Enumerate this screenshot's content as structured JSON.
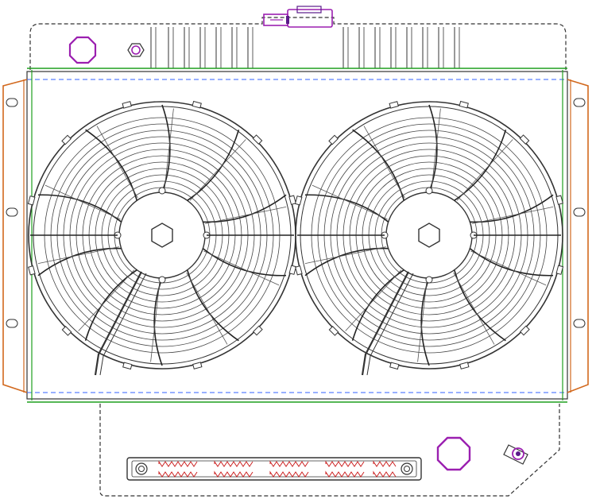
{
  "colors": {
    "outline": "#333333",
    "shroud_edge": "#1f9f1f",
    "tank_dash": "#3060ff",
    "side_bracket": "#d2691e",
    "fitting": "#9b1fb0",
    "fitting_dark": "#5b1a8a",
    "gasket_red": "#cc2222",
    "background": "#ffffff"
  },
  "components": {
    "top_tank": "top-tank",
    "fan_shroud": "fan-shroud",
    "fans": [
      "left-fan",
      "right-fan"
    ],
    "fan_blade_count": 10,
    "lower_bracket": "lower-bracket",
    "fittings": [
      "radiator-cap",
      "filler-neck",
      "drain-petcock",
      "temp-sensor-port",
      "fan-switch-fitting"
    ]
  }
}
